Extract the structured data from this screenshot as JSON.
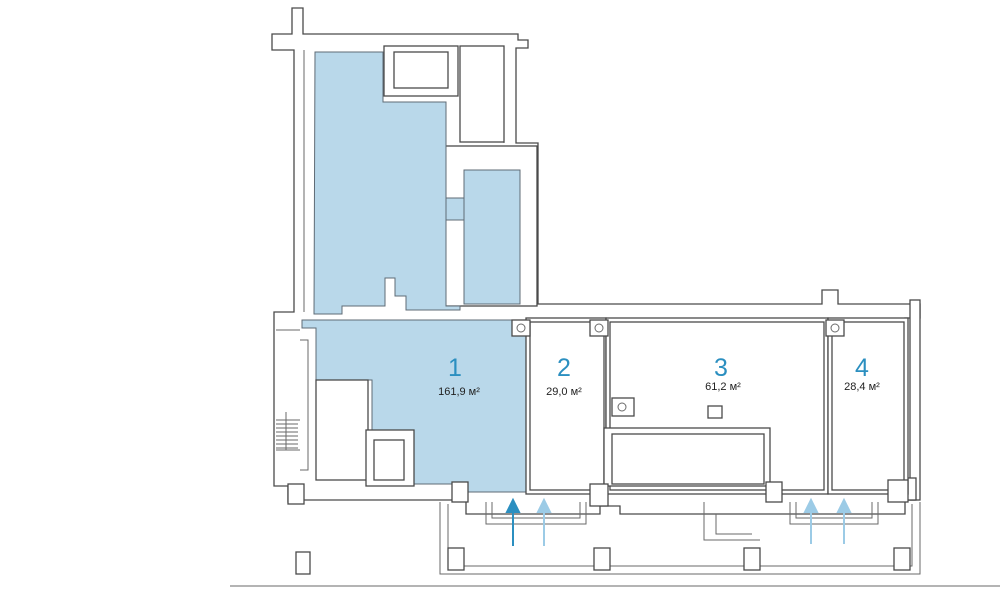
{
  "units": [
    {
      "number": "1",
      "area": "161,9 м²"
    },
    {
      "number": "2",
      "area": "29,0 м²"
    },
    {
      "number": "3",
      "area": "61,2 м²"
    },
    {
      "number": "4",
      "area": "28,4 м²"
    }
  ],
  "colors": {
    "selected_unit_fill": "#b9d8ea",
    "unit_number": "#2b8fc0",
    "main_entrance_arrow": "#2b8fc0",
    "secondary_entrance_arrow": "#9ccbe6",
    "walls": "#4a4a4a"
  },
  "icons": [
    "entrance-arrow-icon",
    "toilet-icon",
    "sink-icon",
    "stairs-icon"
  ]
}
